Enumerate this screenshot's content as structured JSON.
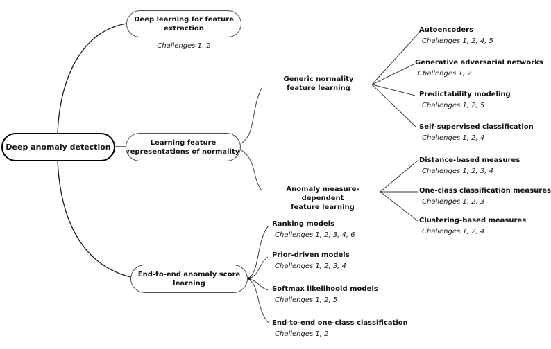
{
  "diagram": {
    "root": {
      "label": "Deep anomaly detection"
    },
    "categories": [
      {
        "label": "Deep learning for feature\nextraction",
        "challenges": "Challenges 1, 2"
      },
      {
        "label": "Learning feature\nrepresentations of normality"
      },
      {
        "label": "End-to-end anomaly score\nlearning"
      }
    ],
    "subgroups": [
      {
        "label": "Generic normality\nfeature learning"
      },
      {
        "label": "Anomaly measure-dependent\nfeature learning"
      }
    ],
    "leaves": {
      "generic": [
        {
          "title": "Autoencoders",
          "challenges": "Challenges 1, 2, 4, 5"
        },
        {
          "title": "Generative adversarial networks",
          "challenges": "Challenges 1, 2"
        },
        {
          "title": "Predictability modeling",
          "challenges": "Challenges 1, 2, 5"
        },
        {
          "title": "Self-supervised classification",
          "challenges": "Challenges 1, 2, 4"
        }
      ],
      "measure": [
        {
          "title": "Distance-based measures",
          "challenges": "Challenges 1, 2, 3, 4"
        },
        {
          "title": "One-class classification measures",
          "challenges": "Challenges 1, 2, 3"
        },
        {
          "title": "Clustering-based measures",
          "challenges": "Challenges 1, 2, 4"
        }
      ],
      "end_to_end": [
        {
          "title": "Ranking models",
          "challenges": "Challenges 1, 2, 3, 4, 6"
        },
        {
          "title": "Prior-driven models",
          "challenges": "Challenges 1, 2, 3, 4"
        },
        {
          "title": "Softmax likelihoold models",
          "challenges": "Challenges 1, 2, 5"
        },
        {
          "title": "End-to-end one-class classification",
          "challenges": "Challenges 1, 2"
        }
      ]
    },
    "colors": {
      "line": "#3d3d3d",
      "oval_border": "#4f4f4f",
      "root_border": "#000000",
      "text": "#121212",
      "background": "#ffffff"
    }
  }
}
